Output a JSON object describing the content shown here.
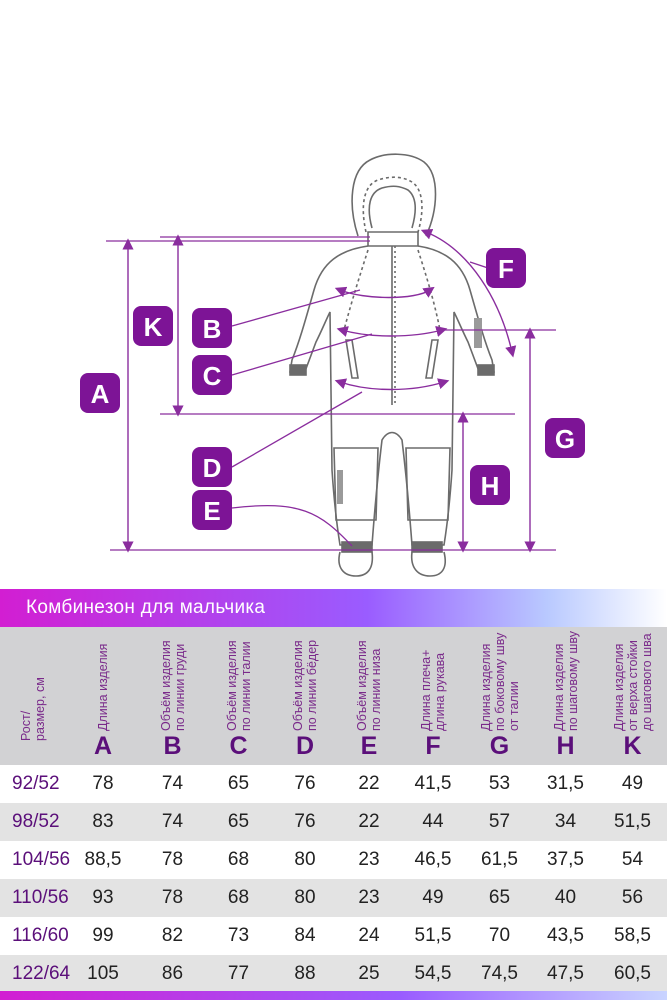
{
  "diagram": {
    "labels": {
      "A": "A",
      "B": "B",
      "C": "C",
      "D": "D",
      "E": "E",
      "F": "F",
      "G": "G",
      "H": "H",
      "K": "K"
    },
    "colors": {
      "badge": "#7d1496",
      "line": "#8a2d9e",
      "garment": "#6b6b6b"
    }
  },
  "title": "Комбинезон для мальчика",
  "table": {
    "size_header": "Рост/\nразмер, см",
    "columns": [
      {
        "letter": "A",
        "desc": "Длина изделия"
      },
      {
        "letter": "B",
        "desc": "Объём изделия\nпо линии груди"
      },
      {
        "letter": "C",
        "desc": "Объём изделия\nпо линии талии"
      },
      {
        "letter": "D",
        "desc": "Объём изделия\nпо линии бёдер"
      },
      {
        "letter": "E",
        "desc": "Объём изделия\nпо линии низа"
      },
      {
        "letter": "F",
        "desc": "Длина плеча+\nдлина рукава"
      },
      {
        "letter": "G",
        "desc": "Длина изделия\nпо боковому шву\nот талии"
      },
      {
        "letter": "H",
        "desc": "Длина изделия\nпо шаговому шву"
      },
      {
        "letter": "K",
        "desc": "Длина изделия\nот верха стойки\nдо шагового шва"
      }
    ],
    "rows": [
      {
        "size": "92/52",
        "values": [
          "78",
          "74",
          "65",
          "76",
          "22",
          "41,5",
          "53",
          "31,5",
          "49"
        ]
      },
      {
        "size": "98/52",
        "values": [
          "83",
          "74",
          "65",
          "76",
          "22",
          "44",
          "57",
          "34",
          "51,5"
        ]
      },
      {
        "size": "104/56",
        "values": [
          "88,5",
          "78",
          "68",
          "80",
          "23",
          "46,5",
          "61,5",
          "37,5",
          "54"
        ]
      },
      {
        "size": "110/56",
        "values": [
          "93",
          "78",
          "68",
          "80",
          "23",
          "49",
          "65",
          "40",
          "56"
        ]
      },
      {
        "size": "116/60",
        "values": [
          "99",
          "82",
          "73",
          "84",
          "24",
          "51,5",
          "70",
          "43,5",
          "58,5"
        ]
      },
      {
        "size": "122/64",
        "values": [
          "105",
          "86",
          "77",
          "88",
          "25",
          "54,5",
          "74,5",
          "47,5",
          "60,5"
        ]
      }
    ]
  }
}
